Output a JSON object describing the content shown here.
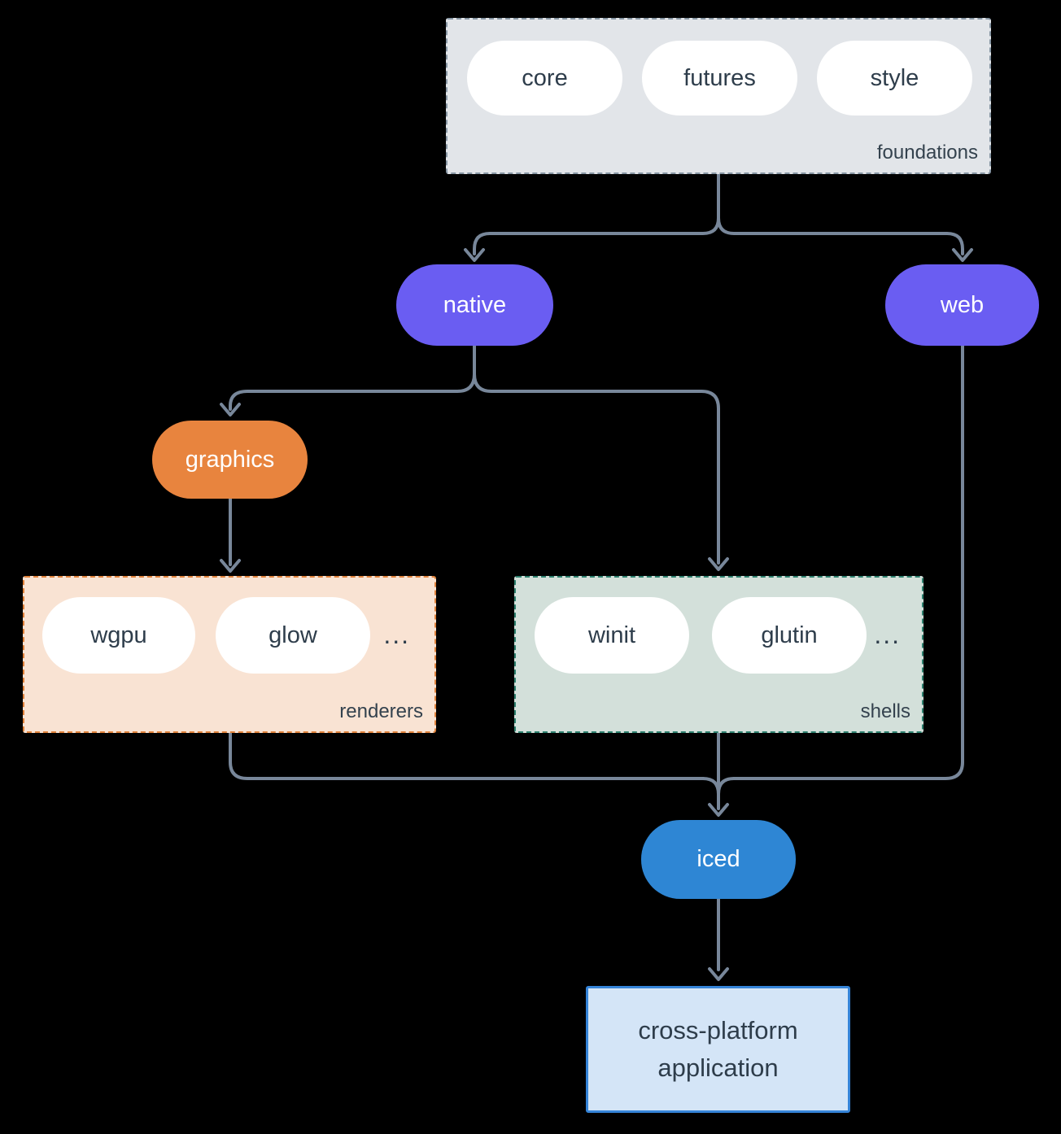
{
  "colors": {
    "background": "#000000",
    "connector": "#78879a",
    "node_text_dark": "#2e3d4b",
    "pill_white": "#ffffff",
    "native_web_purple": "#6a5df2",
    "graphics_orange": "#e8843e",
    "iced_blue": "#2e86d4",
    "foundations_bg": "#e2e5e9",
    "foundations_border": "#8796a4",
    "renderers_bg": "#f9e3d3",
    "renderers_border": "#e0823b",
    "shells_bg": "#d3e0da",
    "shells_border": "#2d806e",
    "application_bg": "#d4e5f7",
    "application_border": "#3584d8"
  },
  "diagram": {
    "foundations": {
      "label": "foundations",
      "pills": [
        "core",
        "futures",
        "style"
      ]
    },
    "native": {
      "label": "native"
    },
    "web": {
      "label": "web"
    },
    "graphics": {
      "label": "graphics"
    },
    "renderers": {
      "label": "renderers",
      "pills": [
        "wgpu",
        "glow"
      ],
      "more": "..."
    },
    "shells": {
      "label": "shells",
      "pills": [
        "winit",
        "glutin"
      ],
      "more": "..."
    },
    "iced": {
      "label": "iced"
    },
    "application": {
      "label": "cross-platform application"
    }
  }
}
